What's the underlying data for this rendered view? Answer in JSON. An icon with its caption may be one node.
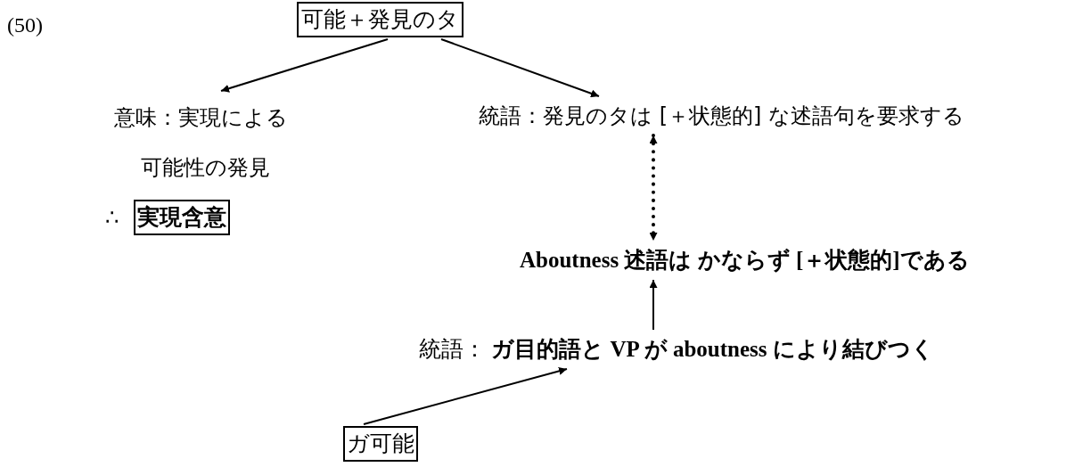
{
  "diagram": {
    "nodes": [
      {
        "text": [
          "可能＋発見のタ"
        ]
      },
      {
        "text": [
          "意味：実現による可能性の発見"
        ]
      },
      {
        "text": [
          "実現含意"
        ]
      },
      {
        "text": [
          "統語：発見のタは [＋状態的] な述語句を要求する"
        ]
      },
      {
        "text": [
          "Aboutness 述語は かならず [＋状態的]である"
        ]
      },
      {
        "text": [
          "統語： **ガ目的語と VP が aboutness により結びつく**"
        ]
      },
      {
        "text": [
          "ガ可能"
        ]
      }
    ],
    "edges": [
      {
        "from": 0,
        "to": 1,
        "arrow": "to"
      },
      {
        "from": 0,
        "to": 3,
        "arrow": "to"
      },
      {
        "from": 3,
        "to": 4,
        "arrow": "both",
        "style": "dashed"
      },
      {
        "from": 5,
        "to": 4,
        "arrow": "to"
      },
      {
        "from": 6,
        "to": 5,
        "arrow": "to"
      }
    ],
    "labels": [
      "(50)",
      "∴"
    ]
  }
}
